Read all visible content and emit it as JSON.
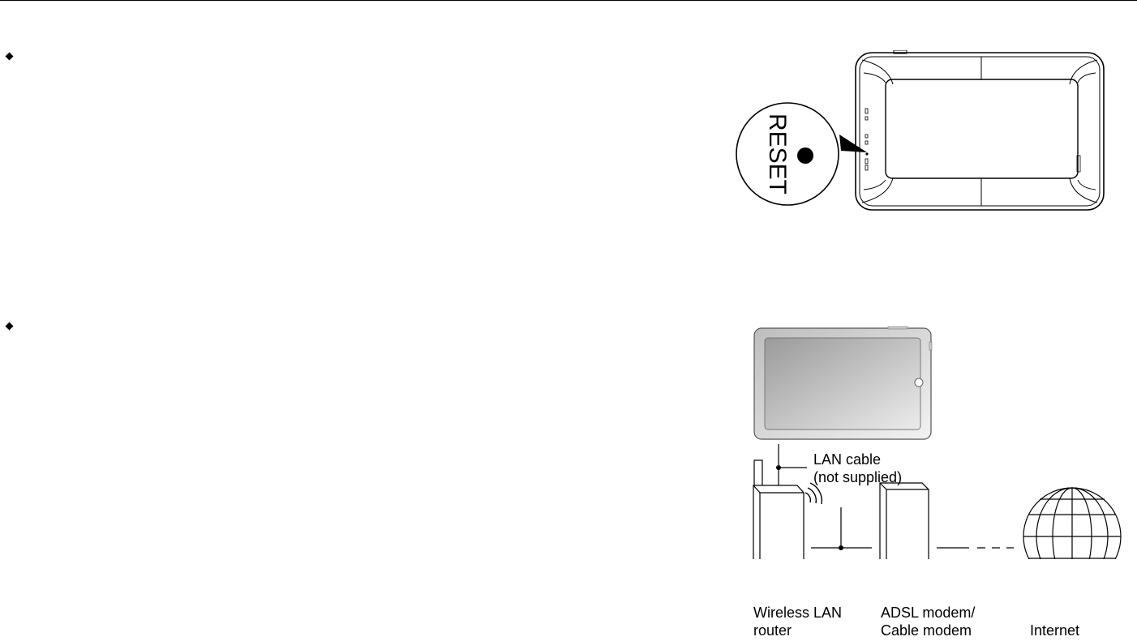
{
  "reset_figure": {
    "reset_label": "RESET"
  },
  "network_figure": {
    "lan_cable_label": [
      "LAN cable",
      "(not supplied)"
    ],
    "router_label": [
      "Wireless LAN",
      "router"
    ],
    "modem_label": [
      "ADSL modem/",
      "Cable modem"
    ],
    "internet_label": "Internet"
  },
  "icons": {
    "bullet_1": "diamond-bullet-icon",
    "bullet_2": "diamond-bullet-icon"
  }
}
